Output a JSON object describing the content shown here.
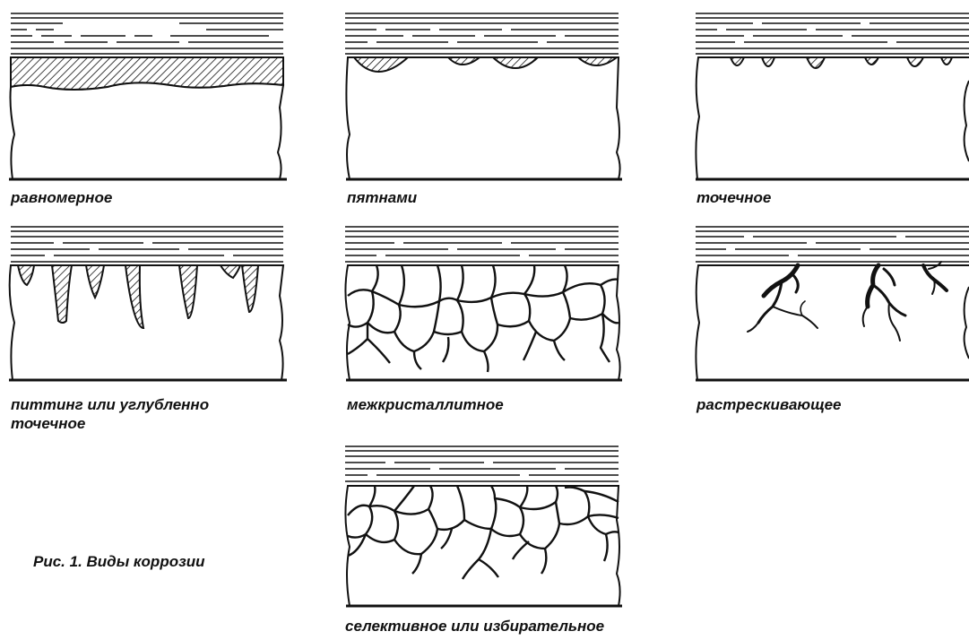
{
  "figure": {
    "caption": "Рис. 1. Виды коррозии",
    "panels": [
      {
        "id": "uniform",
        "label": "равномерное"
      },
      {
        "id": "spots",
        "label": "пятнами"
      },
      {
        "id": "point",
        "label": "точечное"
      },
      {
        "id": "pitting",
        "label_line1": "питтинг или углубленно",
        "label_line2": "точечное"
      },
      {
        "id": "intercrystalline",
        "label": "межкристаллитное"
      },
      {
        "id": "cracking",
        "label": "растрескивающее"
      },
      {
        "id": "selective",
        "label": "селективное или избирательное"
      }
    ]
  },
  "colors": {
    "ink": "#111111",
    "background": "#ffffff"
  }
}
